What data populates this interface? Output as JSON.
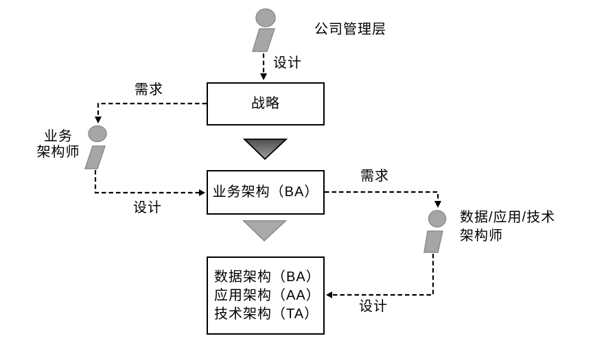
{
  "diagram": {
    "actors": [
      {
        "name": "company-management",
        "label": "公司管理层"
      },
      {
        "name": "business-architect",
        "lines": [
          "业务",
          "架构师"
        ]
      },
      {
        "name": "data-app-tech-architect",
        "lines": [
          "数据/应用/技术",
          "架构师"
        ]
      }
    ],
    "nodes": [
      {
        "name": "strategy",
        "label": "战略"
      },
      {
        "name": "business-architecture",
        "label": "业务架构（BA）"
      },
      {
        "name": "domain-architectures",
        "lines": [
          "数据架构（BA）",
          "应用架构（AA）",
          "技术架构（TA）"
        ]
      }
    ],
    "edges": [
      {
        "name": "design-management-to-strategy",
        "label": "设计"
      },
      {
        "name": "demand-strategy-to-business-architect",
        "label": "需求"
      },
      {
        "name": "design-business-architect-to-ba",
        "label": "设计"
      },
      {
        "name": "demand-ba-to-data-architect",
        "label": "需求"
      },
      {
        "name": "design-architect-to-domains",
        "label": "设计"
      }
    ],
    "colors": {
      "line": "#000000",
      "arrowhead": "#000000",
      "box_border": "#000000",
      "box_fill": "#ffffff",
      "person_fill": "#a6a6a6",
      "person_stroke": "#8c8c8c",
      "triangle_dark_top": "#4f4f4f",
      "triangle_dark_bottom": "#9e9e9e",
      "triangle_dark_stroke": "#000000",
      "triangle_light_fill": "#a9a9a9",
      "triangle_light_stroke": "#8f8f8f"
    }
  }
}
